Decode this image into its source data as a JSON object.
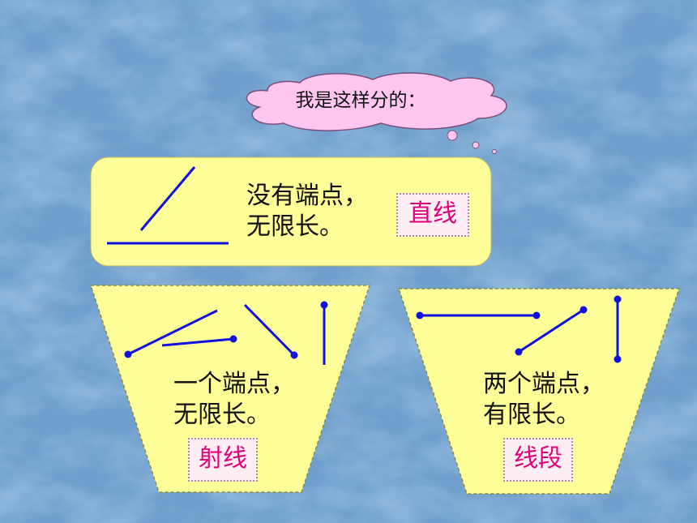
{
  "thought_bubble": {
    "text": "我是这样分的："
  },
  "top_box": {
    "desc_line1": "没有端点，",
    "desc_line2": "无限长。",
    "label": "直线"
  },
  "left_box": {
    "desc_line1": "一个端点，",
    "desc_line2": "无限长。",
    "label": "射线"
  },
  "right_box": {
    "desc_line1": "两个端点，",
    "desc_line2": "有限长。",
    "label": "线段"
  },
  "colors": {
    "background": "#6f9fcc",
    "panel_fill": "#ffff99",
    "line_color": "#1010e0",
    "label_text": "#e0007a",
    "bubble_fill": "#ffc6f0"
  }
}
